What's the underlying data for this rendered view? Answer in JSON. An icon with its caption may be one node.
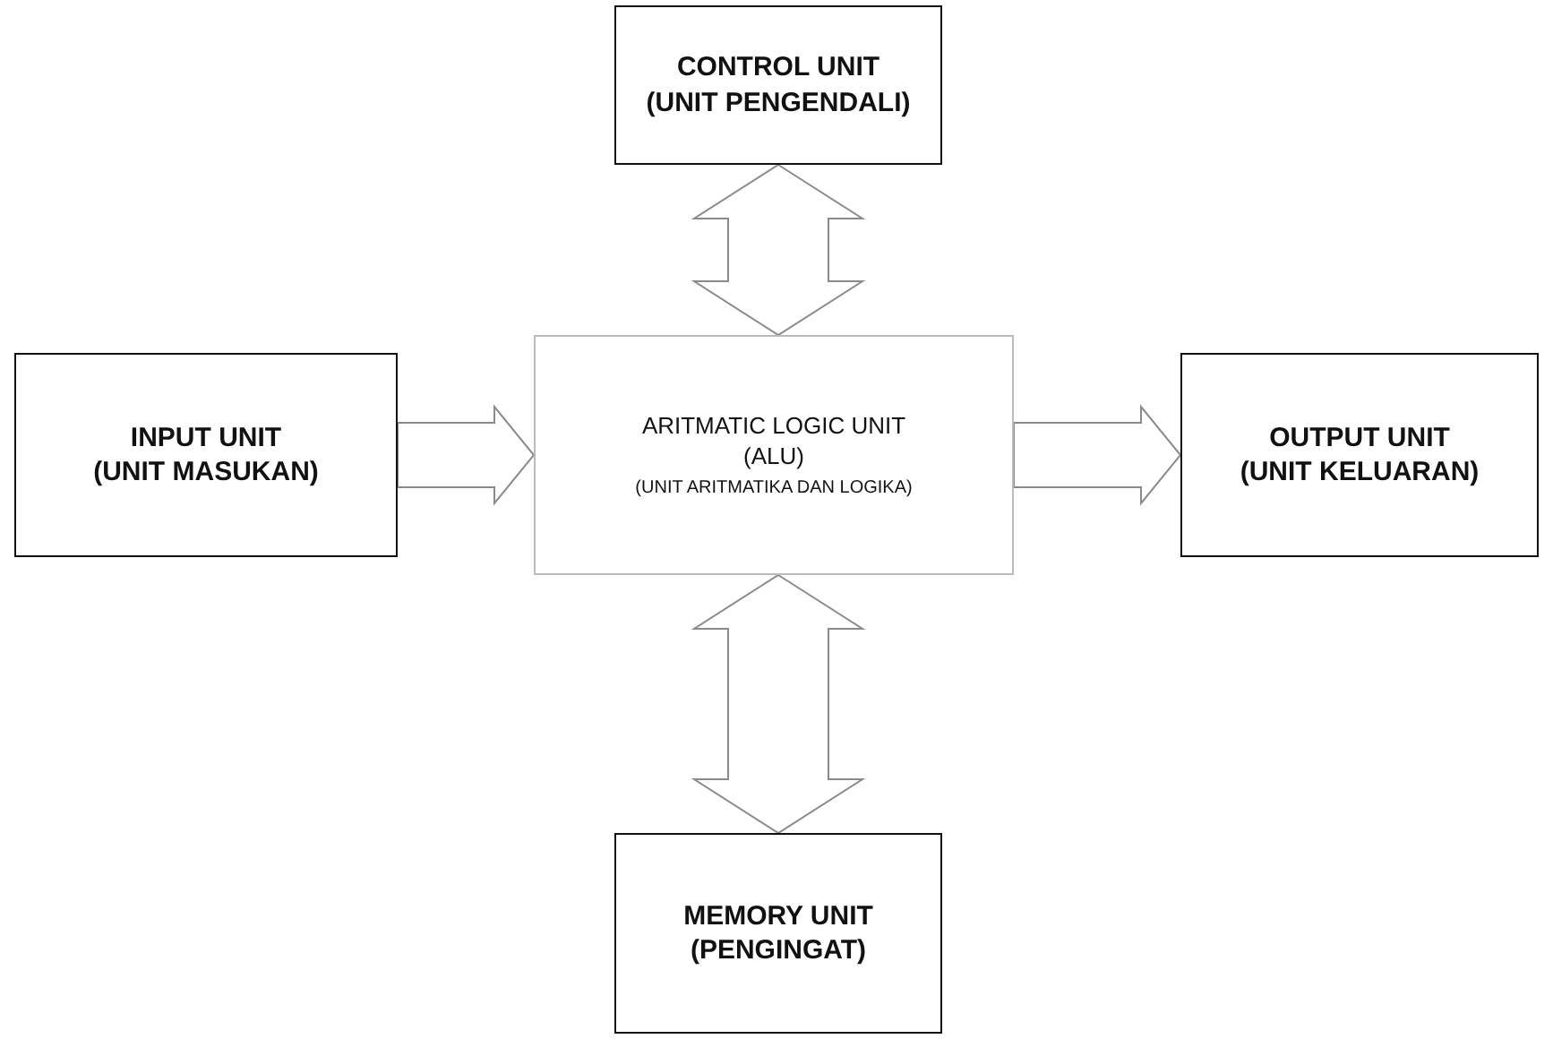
{
  "diagram": {
    "nodes": [
      {
        "text": [
          "CONTROL UNIT (UNIT PENGENDALI)"
        ]
      },
      {
        "text": [
          "INPUT UNIT (UNIT MASUKAN)"
        ]
      },
      {
        "text": [
          "ARITMATIC LOGIC UNIT (ALU)",
          "(UNIT ARITMATIKA DAN LOGIKA)"
        ]
      },
      {
        "text": [
          "OUTPUT UNIT (UNIT KELUARAN)"
        ]
      },
      {
        "text": [
          "MEMORY UNIT (PENGINGAT)"
        ]
      }
    ],
    "edges": [
      {
        "from": 0,
        "to": 2,
        "arrow": "both"
      },
      {
        "from": 1,
        "to": 2,
        "arrow": "to"
      },
      {
        "from": 2,
        "to": 3,
        "arrow": "to"
      },
      {
        "from": 2,
        "to": 4,
        "arrow": "both"
      }
    ]
  }
}
